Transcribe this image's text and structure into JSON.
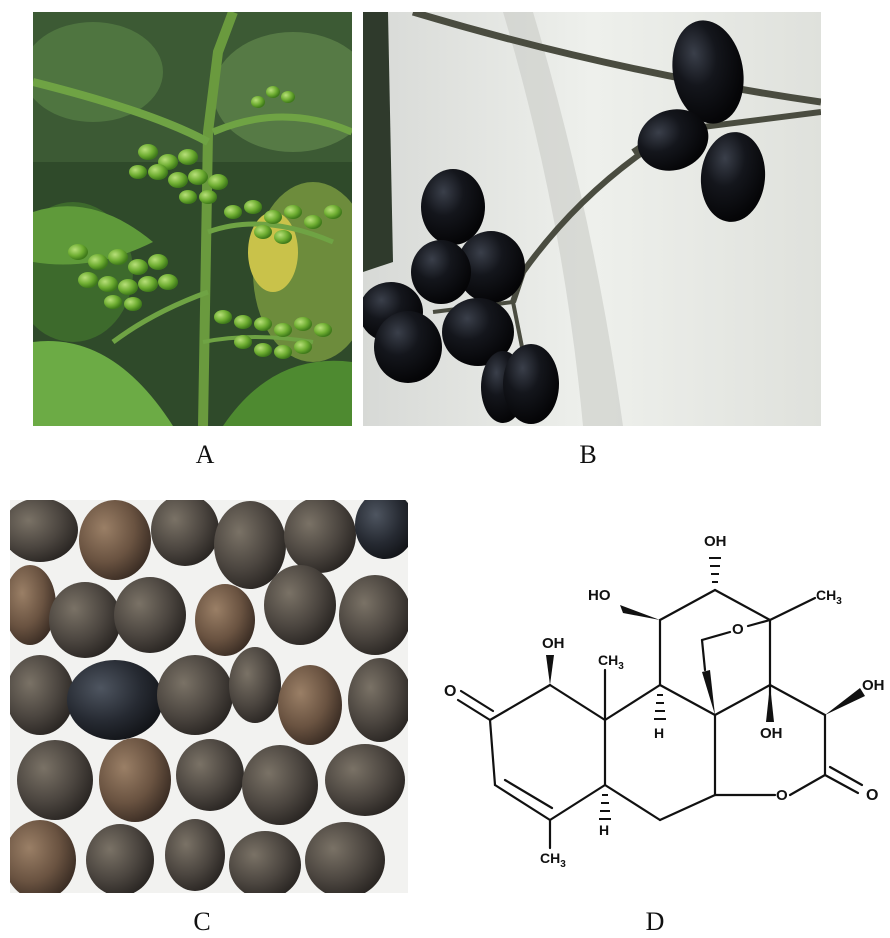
{
  "panels": {
    "a": {
      "label": "A"
    },
    "b": {
      "label": "B"
    },
    "c": {
      "label": "C"
    },
    "d": {
      "label": "D"
    }
  },
  "structure": {
    "oh1": "OH",
    "ho2": "HO",
    "oh3": "OH",
    "oh4": "OH",
    "oh5": "OH",
    "ch3_top": "CH",
    "ch3_top_sub": "3",
    "ch3_mid": "CH",
    "ch3_mid_sub": "3",
    "ch3_bot": "CH",
    "ch3_bot_sub": "3",
    "o_ketone": "O",
    "o_ether": "O",
    "o_lactone_ring": "O",
    "o_lactone_carbonyl": "O",
    "h_upper": "H",
    "h_lower": "H"
  }
}
